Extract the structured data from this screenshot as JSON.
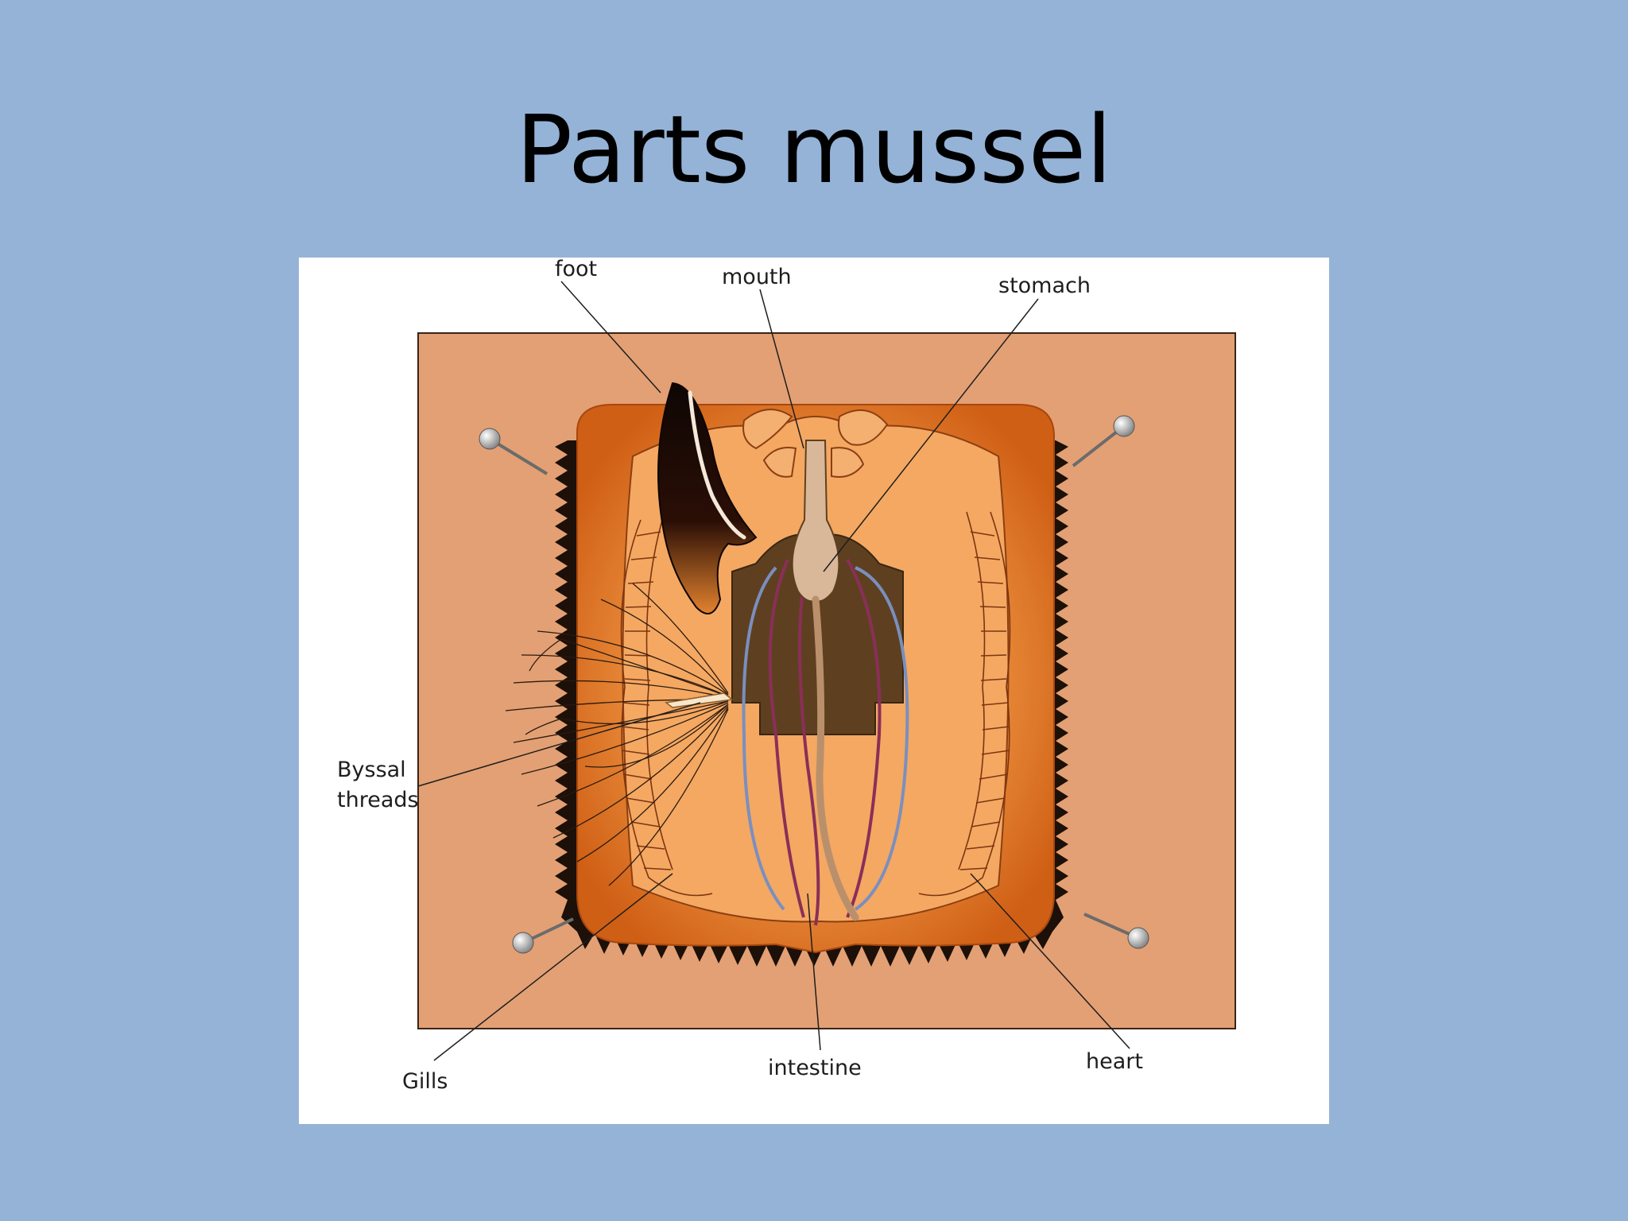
{
  "slide": {
    "title": "Parts mussel"
  },
  "diagram": {
    "labels": {
      "foot": "foot",
      "mouth": "mouth",
      "stomach": "stomach",
      "byssal_line1": "Byssal",
      "byssal_line2": "threads",
      "gills": "Gills",
      "intestine": "intestine",
      "heart": "heart"
    }
  },
  "colors": {
    "background": "#95b3d7",
    "board": "#e3a074",
    "shell_orange": "#e27a24",
    "foot": "#1a0a05",
    "digestive_gland": "#5e4020",
    "vessel_blue": "#7a8fbf",
    "vessel_purple": "#8a2f58"
  }
}
